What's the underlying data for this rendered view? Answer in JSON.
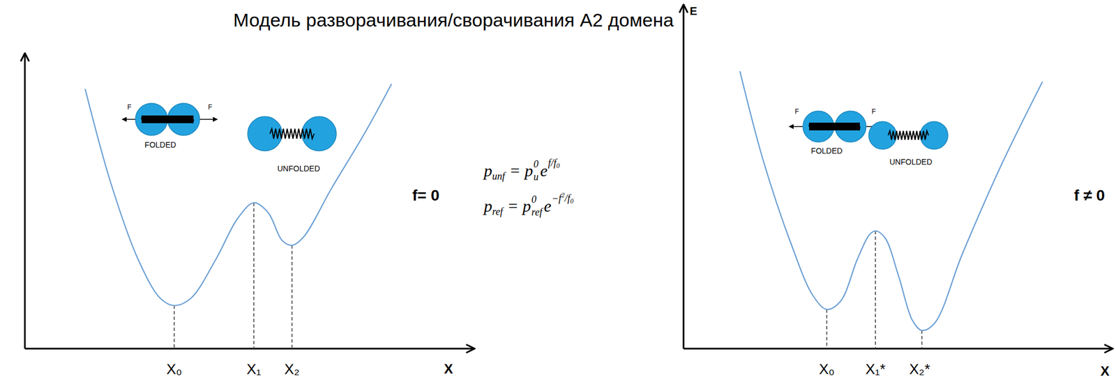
{
  "diagram": {
    "title": "Модель разворачивания/сворачивания А2 домена",
    "labels": [
      "F",
      "F",
      "FOLDED",
      "UNFOLDED",
      "f= 0",
      "p",
      "unf",
      "= p",
      "0",
      "u",
      "e",
      "f/f",
      "0",
      "p",
      "ref",
      "= p",
      "0",
      "ref",
      "e",
      "−f",
      "2",
      "/f",
      "0",
      "X₀",
      "X₁",
      "X₂",
      "X",
      "E",
      "F",
      "F",
      "FOLDED",
      "UNFOLDED",
      "f ≠ 0",
      "X₀",
      "X₁*",
      "X₂*",
      "X"
    ]
  }
}
